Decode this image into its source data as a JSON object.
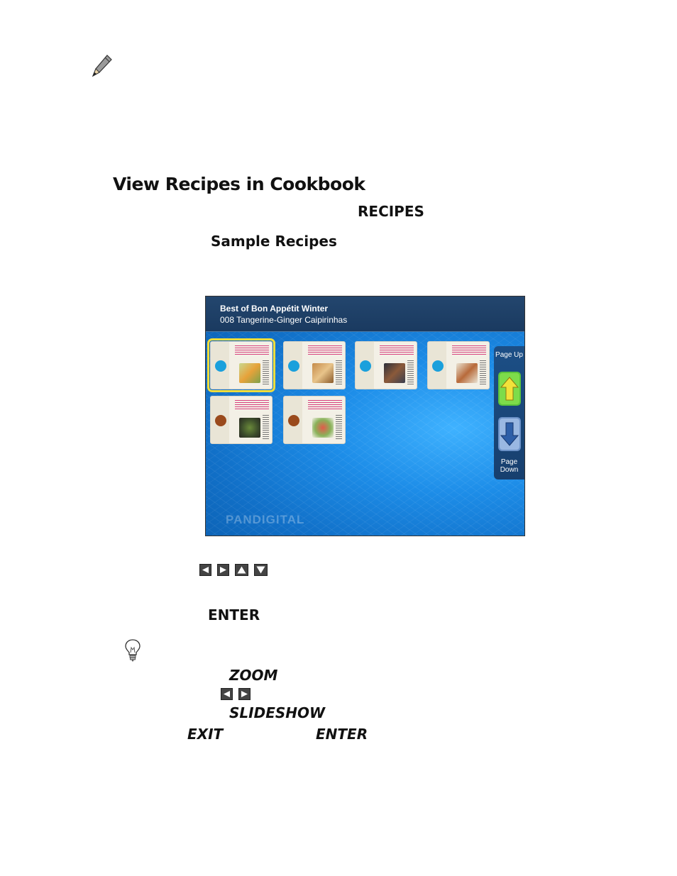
{
  "section": {
    "title": "View Recipes in Cookbook"
  },
  "keywords": {
    "recipes": "RECIPES",
    "sample_recipes": "Sample Recipes",
    "enter": "ENTER",
    "zoom": "ZOOM",
    "slideshow": "SLIDESHOW",
    "exit": "EXIT",
    "enter2": "ENTER"
  },
  "screen": {
    "header_title": "Best of Bon Appétit Winter",
    "header_subtitle": "008 Tangerine-Ginger Caipirinhas",
    "page_up_label": "Page Up",
    "page_down_label": "Page Down",
    "brand": "PANDIGITAL",
    "accent": "#1aa0dc",
    "selection_color": "#f1dd3b"
  },
  "icons": [
    "pencil-icon",
    "left-arrow-icon",
    "right-arrow-icon",
    "up-arrow-icon",
    "down-arrow-icon",
    "lightbulb-icon"
  ]
}
